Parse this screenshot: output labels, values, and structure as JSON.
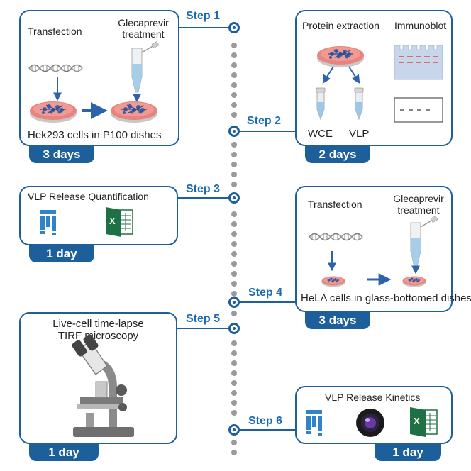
{
  "steps": [
    {
      "label": "Step 1",
      "days": "3 days"
    },
    {
      "label": "Step 2",
      "days": "2 days"
    },
    {
      "label": "Step 3",
      "days": "1 day"
    },
    {
      "label": "Step 4",
      "days": "3 days"
    },
    {
      "label": "Step 5",
      "days": "1 day"
    },
    {
      "label": "Step 6",
      "days": "1 day"
    }
  ],
  "step1": {
    "transfection": "Transfection",
    "glecaprevir": "Glecaprevir",
    "treatment": "treatment",
    "cells": "Hek293 cells in P100 dishes"
  },
  "step2": {
    "protein_extraction": "Protein extraction",
    "immunoblot": "Immunoblot",
    "wce": "WCE",
    "vlp": "VLP"
  },
  "step3": {
    "title": "VLP Release Quantification",
    "excel_letter": "X"
  },
  "step4": {
    "transfection": "Transfection",
    "glecaprevir": "Glecaprevir",
    "treatment": "treatment",
    "cells": "HeLA cells in glass-bottomed dishes"
  },
  "step5": {
    "line1": "Live-cell time-lapse",
    "line2": "TIRF microscopy"
  },
  "step6": {
    "title": "VLP Release Kinetics",
    "excel_letter": "X"
  },
  "colors": {
    "accent": "#1d5f9b",
    "step_text": "#1d6ab4",
    "spine": "#9a9a9a",
    "dish": "#e8837f",
    "cells": "#3a5fa8",
    "excel": "#1e7145"
  }
}
